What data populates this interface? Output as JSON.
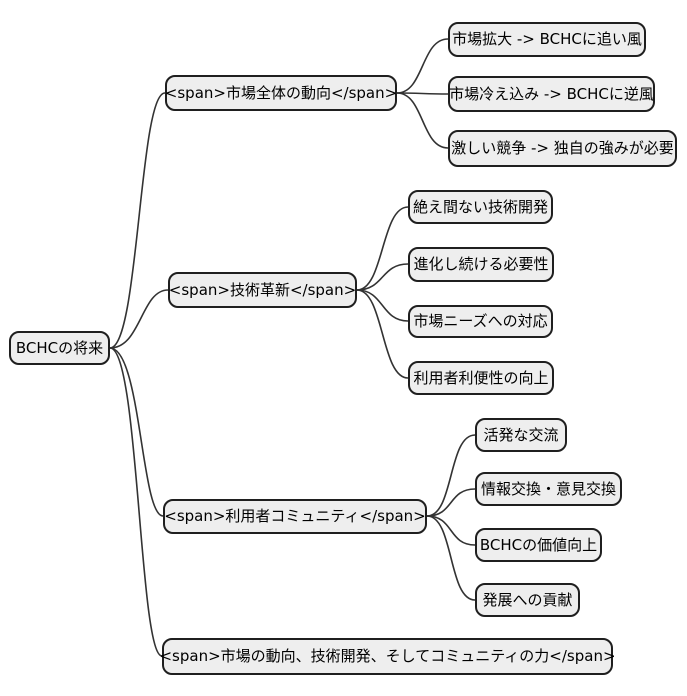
{
  "mindmap": {
    "root": {
      "label": "BCHCの将来"
    },
    "branches": [
      {
        "label": "<span>市場全体の動向</span>",
        "children": [
          {
            "label": "市場拡大 -> BCHCに追い風"
          },
          {
            "label": "市場冷え込み -> BCHCに逆風"
          },
          {
            "label": "激しい競争 -> 独自の強みが必要"
          }
        ]
      },
      {
        "label": "<span>技術革新</span>",
        "children": [
          {
            "label": "絶え間ない技術開発"
          },
          {
            "label": "進化し続ける必要性"
          },
          {
            "label": "市場ニーズへの対応"
          },
          {
            "label": "利用者利便性の向上"
          }
        ]
      },
      {
        "label": "<span>利用者コミュニティ</span>",
        "children": [
          {
            "label": "活発な交流"
          },
          {
            "label": "情報交換・意見交換"
          },
          {
            "label": "BCHCの価値向上"
          },
          {
            "label": "発展への貢献"
          }
        ]
      },
      {
        "label": "<span>市場の動向、技術開発、そしてコミュニティの力</span>",
        "children": []
      }
    ]
  },
  "colors": {
    "background": "#ffffff",
    "node_fill": "#eeeeee",
    "node_border": "#1f1f1f",
    "edge": "#333333",
    "text": "#000000"
  }
}
